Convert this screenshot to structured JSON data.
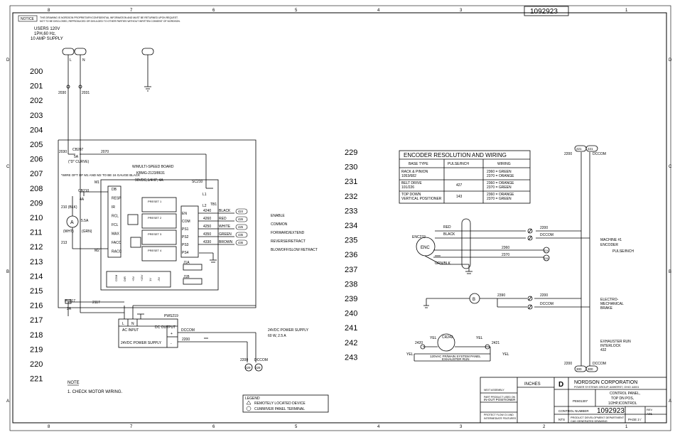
{
  "drawing_number": "1092923",
  "notice": {
    "label": "NOTICE",
    "line1": "THIS DRAWING IS NORDSON PROPRIETARY/CONFIDENTIAL INFORMATION AND MUST BE RETURNED UPON REQUEST.",
    "line2": "NOT TO BE DISCLOSED, REPRODUCED OR DIVULGED TO OTHER PARTIES WITHOUT WRITTEN CONSENT OF NORDSON."
  },
  "zones_top": [
    "8",
    "7",
    "6",
    "5",
    "4",
    "3",
    "2",
    "1"
  ],
  "zones_side": [
    "D",
    "C",
    "B",
    "A"
  ],
  "supply": {
    "line1": "USERS 120V",
    "line2": "1PH,60 Hz,",
    "line3": "10 AMP SUPPLY",
    "l": "L",
    "n": "N"
  },
  "rows_left": [
    "200",
    "201",
    "202",
    "203",
    "204",
    "205",
    "206",
    "207",
    "208",
    "209",
    "210",
    "211",
    "212",
    "213",
    "214",
    "215",
    "216",
    "217",
    "218",
    "219",
    "220",
    "221"
  ],
  "rows_right": [
    "229",
    "230",
    "231",
    "232",
    "233",
    "234",
    "235",
    "236",
    "237",
    "238",
    "239",
    "240",
    "241",
    "242",
    "243"
  ],
  "wires": {
    "w2030": "2030",
    "w2031": "2031",
    "w2030b": "2030",
    "w2070": "2070",
    "w2117": "2117",
    "w2200": "2200",
    "w2390": "2390",
    "w2200r": "2200",
    "w2200b": "2200",
    "w2420": "2420",
    "w2421": "2421",
    "w2360": "2360",
    "w2370": "2370",
    "w2200m": "2200"
  },
  "motor": {
    "cb": "CB207",
    "cb_amp": "5A",
    "cb_curve": "(\"D\" CURVE)",
    "note": "*WIRE OFT OF M1 AND M2 TO BE 16 GAUGE BLACK",
    "cb210": "CB210",
    "cb210_amp": "4A",
    "m1": "M1",
    "m2": "M2",
    "a": "A",
    "amp": "5.5A",
    "blk": "210 (BLK)",
    "wht": "(WHT)",
    "grn": "(GRN)",
    "t213": "213"
  },
  "board": {
    "title1": "W/MULTI-SPEED BOARD",
    "title2": "KBMG-2123/8631",
    "title3": "90VDC,1/4HP, 4A",
    "sc": "SC210",
    "l1": "L1",
    "l2": "L2",
    "tb1": "TB1",
    "left_terms": [
      "DB",
      "RESP",
      "IR",
      "RCL",
      "FCL",
      "MAX",
      "FACC",
      "RACC"
    ],
    "preset": [
      "PRESET 1",
      "PRESET 2",
      "PRESET 3",
      "PRESET 4"
    ],
    "right_terms": [
      "EN",
      "COM",
      "PS1",
      "PS2",
      "PS3",
      "PS4"
    ],
    "nums": [
      "4240",
      "4260",
      "4250",
      "4350",
      "4330"
    ],
    "colors": [
      "BLACK",
      "RED",
      "WHITE",
      "GREEN",
      "BROWN"
    ],
    "refs": [
      "424",
      "426",
      "425",
      "435",
      "436"
    ],
    "funcs": [
      "ENABLE",
      "COMMON",
      "FORWARD/EXTEND",
      "REVERSE/RETRACT",
      "BLOWOFF/SLOW RETRACT"
    ],
    "j1a": "J1A",
    "j1b": "J1B",
    "bottom_terms": [
      "COM",
      "DIR",
      "+5V",
      "+15V",
      "1V",
      "-5V"
    ]
  },
  "fuse": {
    "label": "FU217",
    "amp": "2A"
  },
  "psu": {
    "tag": "PWS219",
    "ac": "AC INPUT",
    "dc": "DC OUTPUT",
    "name": "24VDC POWER SUPPLY",
    "side1": "24VDC POWER SUPPLY",
    "side2": "60 W, 2.5 A",
    "dccom": "DCCOM",
    "l": "L",
    "n": "N",
    "plus": "+",
    "minus": "-"
  },
  "refs_bottom": [
    "229",
    "228"
  ],
  "encoder_table": {
    "title": "ENCODER RESOLUTION AND WIRING",
    "headers": [
      "BASE TYPE",
      "PULSE/INCH",
      "WIRING"
    ],
    "rows": [
      {
        "base": "RACK & PINION",
        "base2": "1053/682",
        "pulse": "",
        "wiring1": "2360 = GREEN",
        "wiring2": "2370 = ORANGE"
      },
      {
        "base": "BELT DRIVE",
        "base2": "101/226",
        "pulse": "427",
        "wiring1": "2360 = ORANGE",
        "wiring2": "2370 = GREEN"
      },
      {
        "base": "TOP DOWN",
        "base2": "VERTICAL POSITIONER",
        "pulse": "143",
        "wiring1": "2360 = ORANGE",
        "wiring2": "2370 = GREEN"
      }
    ]
  },
  "encoder": {
    "tag": "ENC233",
    "enc": "ENC",
    "red": "RED",
    "black": "BLACK",
    "grn": "GRN/BLK",
    "dccom": "DCCOM",
    "r1": "324",
    "r2": "326",
    "machine": "MACHINE #1",
    "machine2": "ENCODER",
    "pulse": "PULSE/INCH"
  },
  "brake": {
    "b": "B",
    "l1": "ELECTRO-",
    "l2": "MECHANICAL",
    "l3": "BRAKE",
    "dccom": "DCCOM"
  },
  "rail": {
    "top1": "221",
    "top2": "221",
    "dccom": "DCCOM",
    "bot1": "300",
    "bot2": "300",
    "w2200": "2200"
  },
  "exhauster": {
    "l1": "EXHAUSTER RUN",
    "l2": "INTERLOCK",
    "l3": "432"
  },
  "cr": {
    "tag": "CR242",
    "yel1": "YEL",
    "yel2": "YEL",
    "yel3": "YEL",
    "yel4": "YEL",
    "panel1": "120VAC FR/MAIN SYSTEM PANEL",
    "panel2": "EXHAUSTER RUN"
  },
  "note": {
    "title": "NOTE",
    "item": "1. CHECK MOTOR WIRING."
  },
  "legend": {
    "title": "LEGEND",
    "item1": "REMOTELY LOCATED DEVICE",
    "item2": "CUMMIVER PANEL TERMINAL"
  },
  "titleblock": {
    "units": "INCHES",
    "size": "D",
    "company": "NORDSON CORPORATION",
    "company2": "POWER SYSTEMS GROUP, AMHERST, OHIO 44001",
    "title1": "CONTROL PANEL,",
    "title2": "TOP DN POS,",
    "title3": "1/2HP,ICONTROL",
    "control": "CONTROL NUMBER",
    "number": "1092923",
    "dept": "PRODUCT DEVELOPMENT DEPARTMENT",
    "cad": "CAD GENERATED DRAWING",
    "page": "PAGE 2 /",
    "rev": "REV",
    "revval": "A01",
    "pe": "PE601307",
    "scale": "NTS",
    "in_out": "IN-OUT POSITIONER",
    "small1": "NEXT ASSEMBLY",
    "small2": "PART PRODUCT USED ON",
    "small3": "PROTECT FLOW CV AND",
    "small4": "INTERMEDIATE FEATURES"
  }
}
